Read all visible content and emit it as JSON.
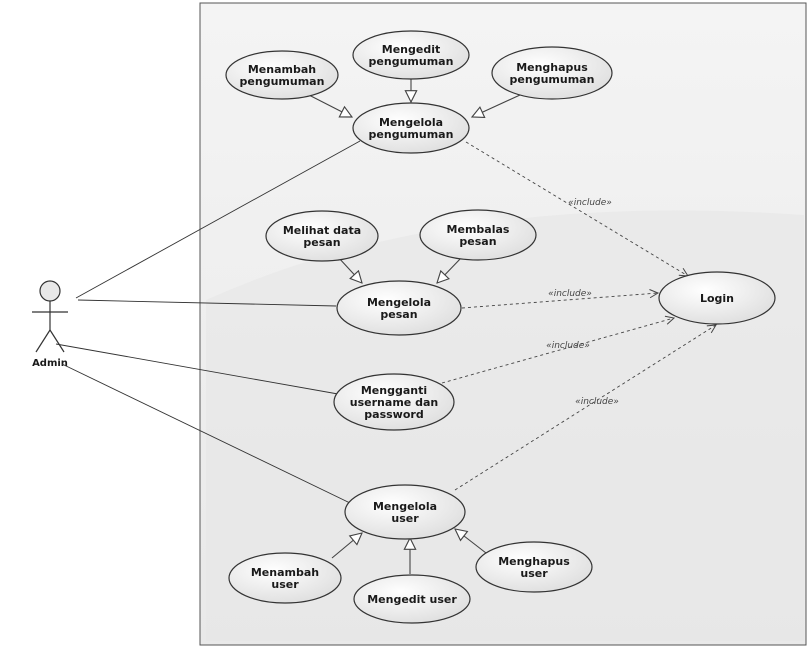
{
  "actor": {
    "name": "Admin"
  },
  "use_cases": {
    "menambah_pengumuman": [
      "Menambah",
      "pengumuman"
    ],
    "mengedit_pengumuman": [
      "Mengedit",
      "pengumuman"
    ],
    "menghapus_pengumuman": [
      "Menghapus",
      "pengumuman"
    ],
    "mengelola_pengumuman": [
      "Mengelola",
      "pengumuman"
    ],
    "melihat_data_pesan": [
      "Melihat data",
      "pesan"
    ],
    "membalas_pesan": [
      "Membalas",
      "pesan"
    ],
    "mengelola_pesan": [
      "Mengelola",
      "pesan"
    ],
    "login": [
      "Login"
    ],
    "mengganti_username": [
      "Mengganti",
      "username dan",
      "password"
    ],
    "mengelola_user": [
      "Mengelola",
      "user"
    ],
    "menambah_user": [
      "Menambah",
      "user"
    ],
    "mengedit_user": [
      "Mengedit user"
    ],
    "menghapus_user": [
      "Menghapus",
      "user"
    ]
  },
  "stereotypes": {
    "include_1": "«include»",
    "include_2": "«include»",
    "include_3": "«include»",
    "include_4": "«include»"
  },
  "colors": {
    "ellipse_fill_light": "#ffffff",
    "ellipse_fill_dark": "#e3e3e3",
    "boundary_fill": "#f0f0f0",
    "line": "#333333"
  }
}
